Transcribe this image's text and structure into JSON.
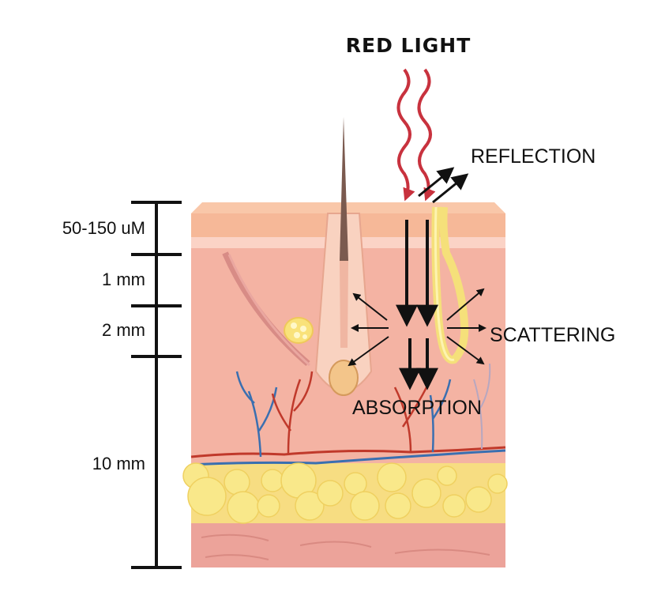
{
  "title": "RED LIGHT",
  "labels": {
    "reflection": "REFLECTION",
    "scattering": "SCATTERING",
    "absorption": "ABSORPTION"
  },
  "scale": {
    "epidermis": "50-150 uM",
    "dermis_upper": "1 mm",
    "dermis_mid": "2 mm",
    "deep": "10 mm"
  },
  "colors": {
    "light_wave": "#c8323e",
    "epidermis": "#f6b898",
    "dermis": "#f4b3a3",
    "fat": "#f9e27a",
    "muscle": "#eca39a",
    "arrow": "#111111",
    "artery": "#c0392b",
    "vein": "#3a6fb0"
  },
  "icons": {
    "light": "wavy-light-ray-icon",
    "hair": "hair-follicle-icon",
    "gland": "sebaceous-gland-icon"
  }
}
